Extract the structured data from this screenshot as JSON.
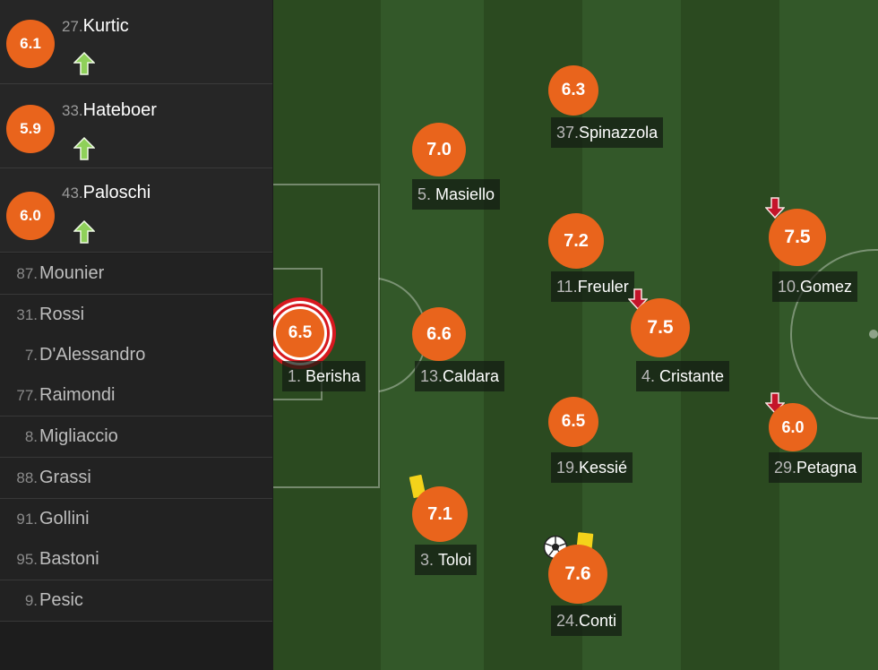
{
  "substitutes_in": [
    {
      "rating": "6.1",
      "number": "27.",
      "name": "Kurtic"
    },
    {
      "rating": "5.9",
      "number": "33.",
      "name": "Hateboer"
    },
    {
      "rating": "6.0",
      "number": "43.",
      "name": "Paloschi"
    }
  ],
  "bench": [
    {
      "number": "87.",
      "name": "Mounier"
    },
    {
      "number": "31.",
      "name": "Rossi"
    },
    {
      "number": "7.",
      "name": "D'Alessandro"
    },
    {
      "number": "77.",
      "name": "Raimondi"
    },
    {
      "number": "8.",
      "name": "Migliaccio"
    },
    {
      "number": "88.",
      "name": "Grassi"
    },
    {
      "number": "91.",
      "name": "Gollini"
    },
    {
      "number": "95.",
      "name": "Bastoni"
    },
    {
      "number": "9.",
      "name": "Pesic"
    }
  ],
  "players": {
    "berisha": {
      "rating": "6.5",
      "number": "1.",
      "name": "Berisha"
    },
    "masiello": {
      "rating": "7.0",
      "number": "5.",
      "name": "Masiello"
    },
    "caldara": {
      "rating": "6.6",
      "number": "13.",
      "name": "Caldara"
    },
    "toloi": {
      "rating": "7.1",
      "number": "3.",
      "name": "Toloi"
    },
    "spinazzola": {
      "rating": "6.3",
      "number": "37.",
      "name": "Spinazzola"
    },
    "freuler": {
      "rating": "7.2",
      "number": "11.",
      "name": "Freuler"
    },
    "kessie": {
      "rating": "6.5",
      "number": "19.",
      "name": "Kessié"
    },
    "conti": {
      "rating": "7.6",
      "number": "24.",
      "name": "Conti"
    },
    "cristante": {
      "rating": "7.5",
      "number": "4.",
      "name": "Cristante"
    },
    "gomez": {
      "rating": "7.5",
      "number": "10.",
      "name": "Gomez"
    },
    "petagna": {
      "rating": "6.0",
      "number": "29.",
      "name": "Petagna"
    }
  },
  "icons": {
    "sub_in": "green-up-arrow-icon",
    "sub_out": "red-down-arrow-icon",
    "yellow_card": "yellow-card-icon",
    "goal": "soccer-ball-icon",
    "best_player": "target-ring-icon"
  },
  "colors": {
    "rating_bg": "#e9641c",
    "pitch_dark": "#2a4a1e",
    "pitch_light": "#33552a",
    "sub_in_arrow": "#8fd05a",
    "sub_out_arrow": "#c4142a",
    "yellow_card": "#f4d31a"
  }
}
